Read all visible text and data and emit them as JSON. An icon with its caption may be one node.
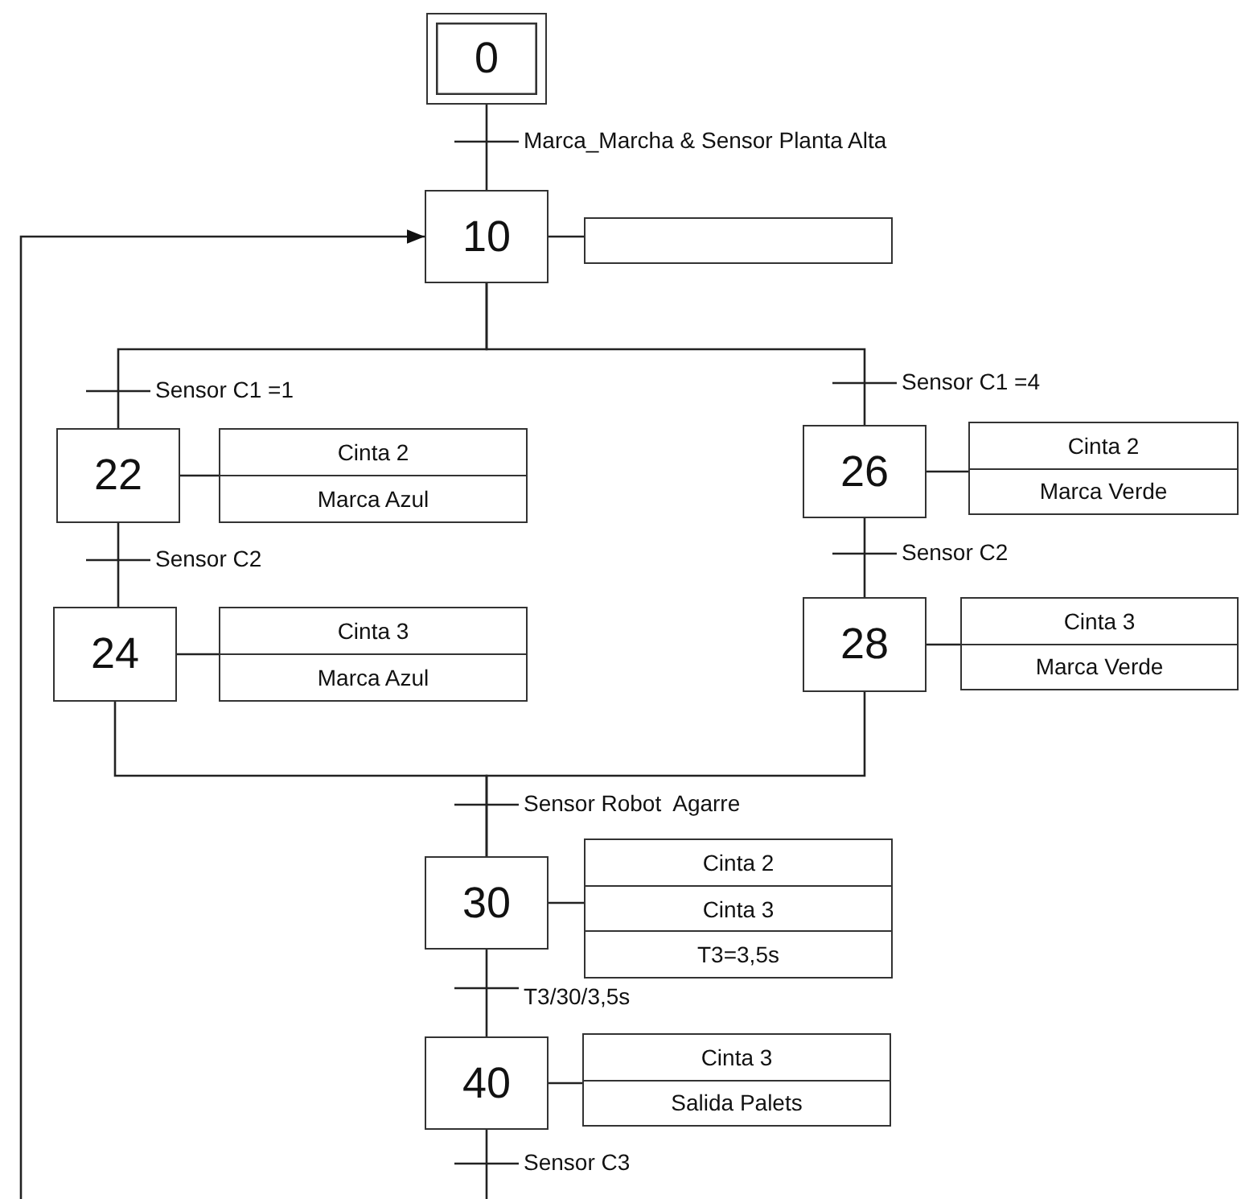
{
  "diagram": {
    "nodes": [
      {
        "text": [
          "0"
        ]
      },
      {
        "text": [
          "10"
        ]
      },
      {
        "text": [],
        "shape": "box"
      },
      {
        "text": [
          "22"
        ]
      },
      {
        "text": [
          "Cinta 2",
          "Marca Azul"
        ]
      },
      {
        "text": [
          "26"
        ]
      },
      {
        "text": [
          "Cinta 2",
          "Marca Verde"
        ]
      },
      {
        "text": [
          "24"
        ]
      },
      {
        "text": [
          "Cinta 3",
          "Marca Azul"
        ]
      },
      {
        "text": [
          "28"
        ]
      },
      {
        "text": [
          "Cinta 3",
          "Marca Verde"
        ]
      },
      {
        "text": [
          "30"
        ]
      },
      {
        "text": [
          "Cinta 2",
          "Cinta 3",
          "T3=3,5s"
        ]
      },
      {
        "text": [
          "40"
        ]
      },
      {
        "text": [
          "Cinta 3",
          "Salida Palets"
        ]
      }
    ],
    "edges": [
      {
        "from": 0,
        "to": 1,
        "arrow": "none",
        "label": "Marca_Marcha & Sensor Planta Alta"
      },
      {
        "from": 1,
        "to": 2,
        "arrow": "none"
      },
      {
        "from": 1,
        "to": 3,
        "arrow": "none",
        "label": "Sensor C1 =1"
      },
      {
        "from": 1,
        "to": 5,
        "arrow": "none",
        "label": "Sensor C1 =4"
      },
      {
        "from": 3,
        "to": 4,
        "arrow": "none"
      },
      {
        "from": 5,
        "to": 6,
        "arrow": "none"
      },
      {
        "from": 3,
        "to": 7,
        "arrow": "none",
        "label": "Sensor C2"
      },
      {
        "from": 5,
        "to": 9,
        "arrow": "none",
        "label": "Sensor C2"
      },
      {
        "from": 7,
        "to": 8,
        "arrow": "none"
      },
      {
        "from": 9,
        "to": 10,
        "arrow": "none"
      },
      {
        "from": 7,
        "to": 11,
        "arrow": "none",
        "label": "Sensor Robot  Agarre"
      },
      {
        "from": 9,
        "to": 11,
        "arrow": "none"
      },
      {
        "from": 11,
        "to": 12,
        "arrow": "none"
      },
      {
        "from": 11,
        "to": 13,
        "arrow": "none",
        "label": "T3/30/3,5s"
      },
      {
        "from": 13,
        "to": 14,
        "arrow": "none"
      },
      {
        "from": 13,
        "to": null,
        "arrow": "none",
        "label": "Sensor C3"
      },
      {
        "from": null,
        "to": 1,
        "arrow": "to"
      }
    ]
  }
}
